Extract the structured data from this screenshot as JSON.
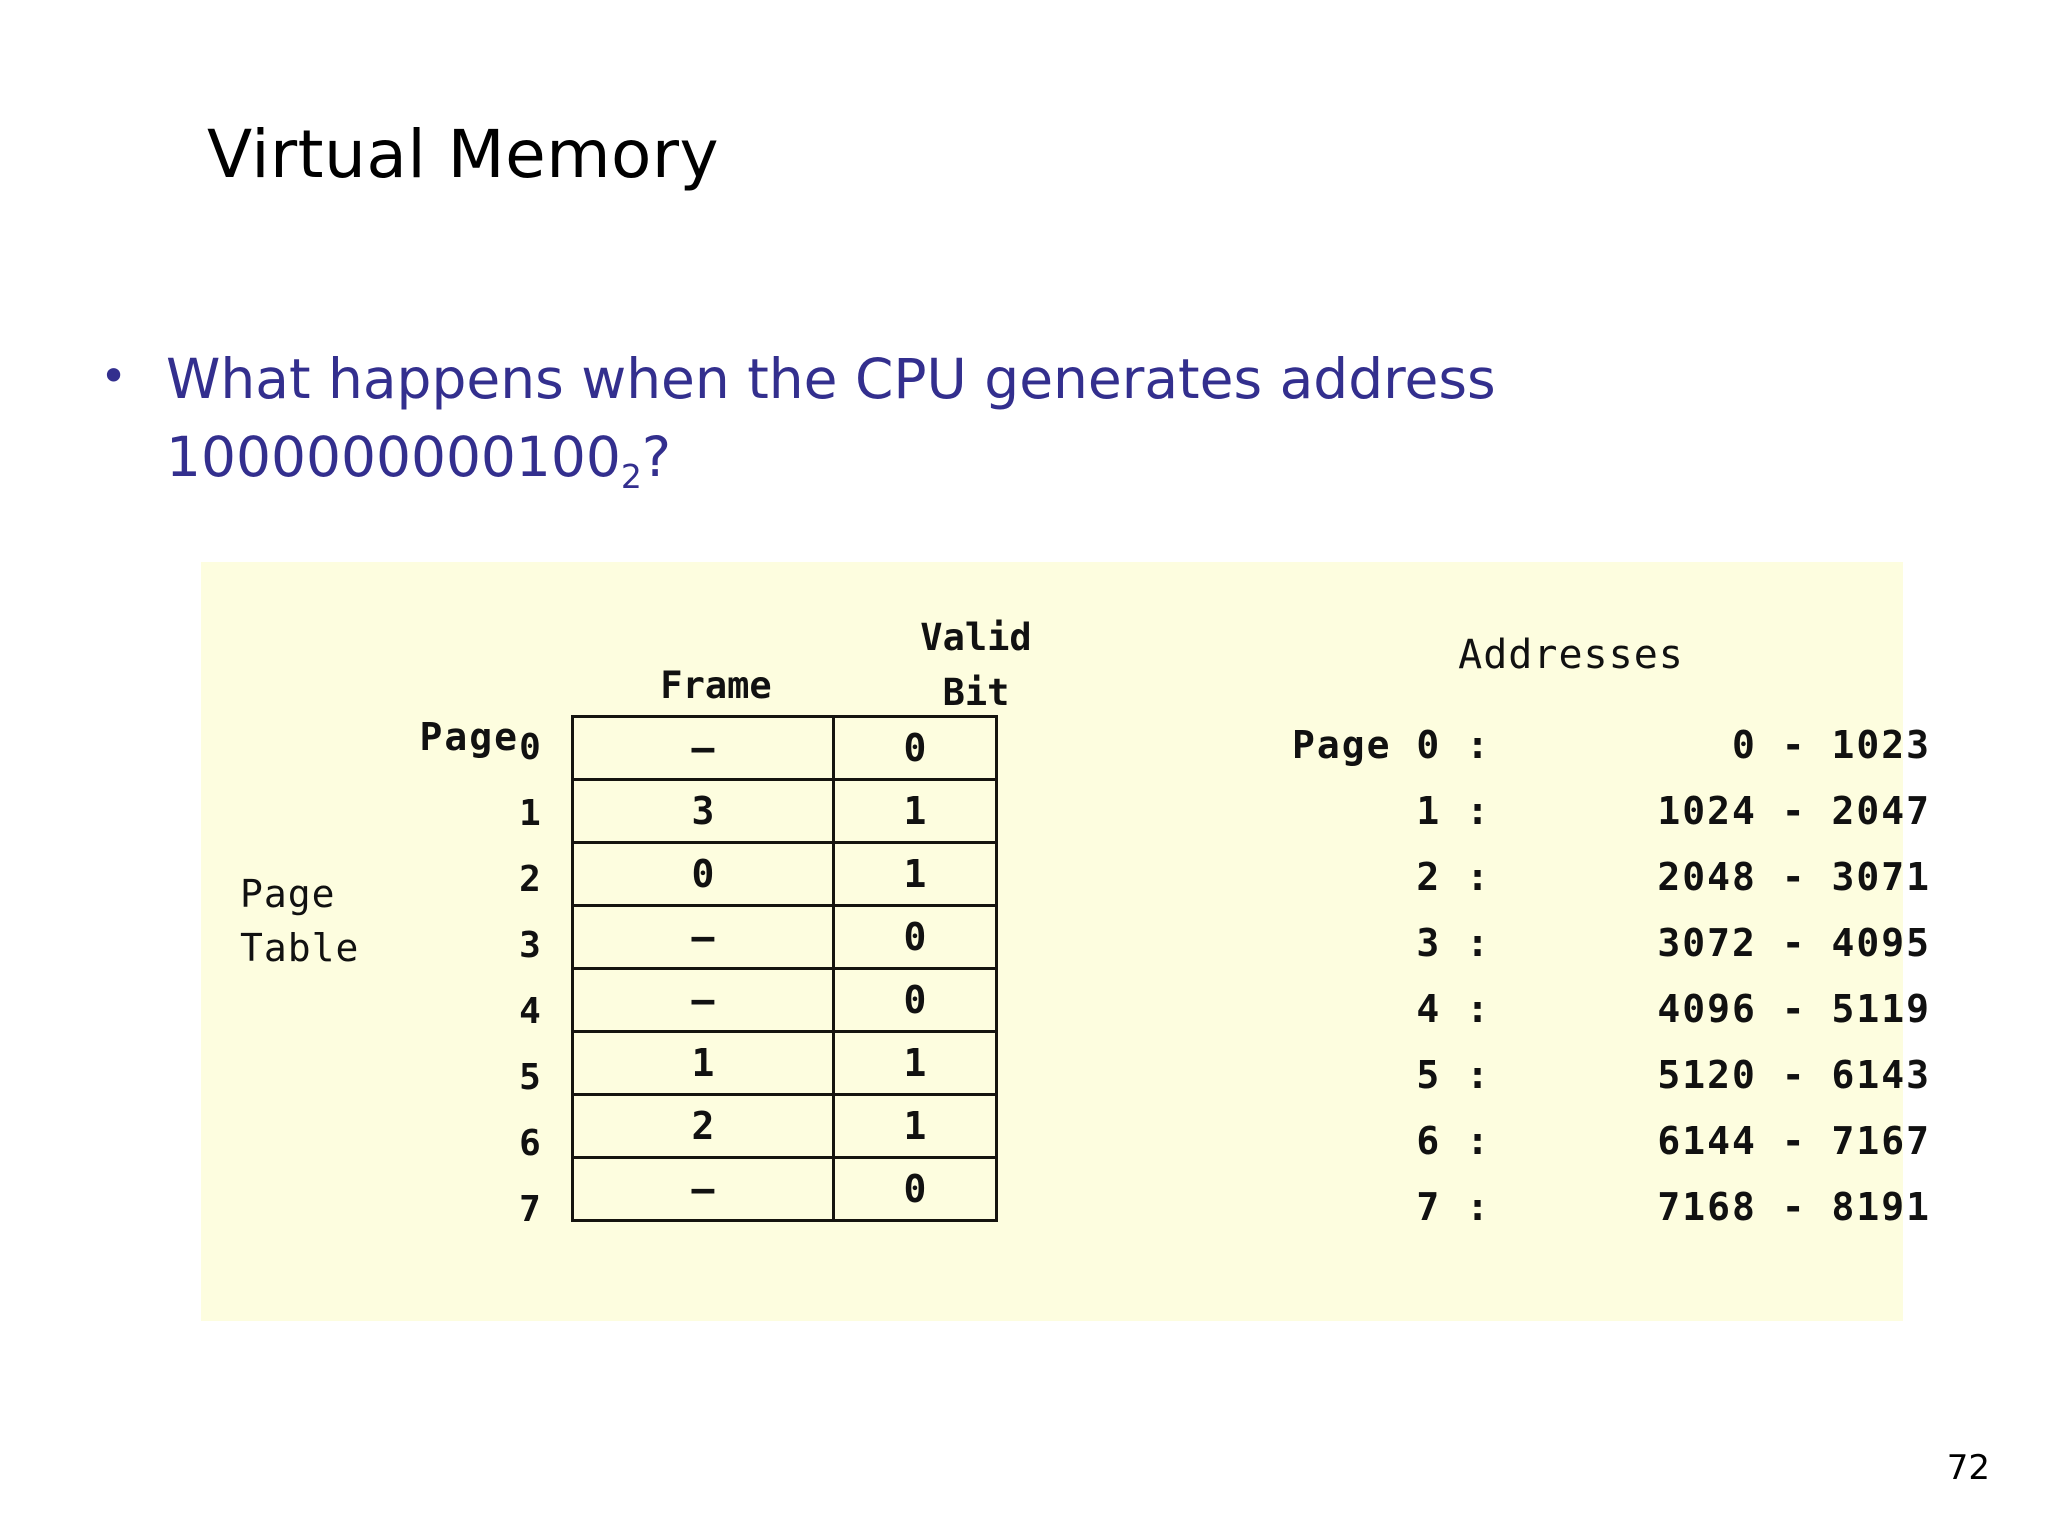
{
  "slide": {
    "title": "Virtual Memory",
    "number": "72",
    "bullet_marker": "•",
    "bullet_line1": "What happens when the CPU generates address",
    "bullet_line2_prefix": "1000000000100",
    "bullet_line2_subscript": "2",
    "bullet_line2_suffix": "?",
    "accent_color": "#332f8e",
    "title_color": "#000000",
    "panel_background": "#fdfddf"
  },
  "figure": {
    "page_table_caption_line1": "Page",
    "page_table_caption_line2": "Table",
    "header_frame": "Frame",
    "header_valid_line1": "Valid",
    "header_valid_line2": "Bit",
    "header_addresses": "Addresses",
    "index_page_word": "Page",
    "row_indices": [
      "0",
      "1",
      "2",
      "3",
      "4",
      "5",
      "6",
      "7"
    ],
    "rows": [
      {
        "frame": "–",
        "valid": "0"
      },
      {
        "frame": "3",
        "valid": "1"
      },
      {
        "frame": "0",
        "valid": "1"
      },
      {
        "frame": "–",
        "valid": "0"
      },
      {
        "frame": "–",
        "valid": "0"
      },
      {
        "frame": "1",
        "valid": "1"
      },
      {
        "frame": "2",
        "valid": "1"
      },
      {
        "frame": "–",
        "valid": "0"
      }
    ],
    "addresses": [
      {
        "label": "Page 0 :",
        "range": "0 - 1023"
      },
      {
        "label": "1 :",
        "range": "1024 - 2047"
      },
      {
        "label": "2 :",
        "range": "2048 - 3071"
      },
      {
        "label": "3 :",
        "range": "3072 - 4095"
      },
      {
        "label": "4 :",
        "range": "4096 - 5119"
      },
      {
        "label": "5 :",
        "range": "5120 - 6143"
      },
      {
        "label": "6 :",
        "range": "6144 - 7167"
      },
      {
        "label": "7 :",
        "range": "7168 - 8191"
      }
    ]
  }
}
